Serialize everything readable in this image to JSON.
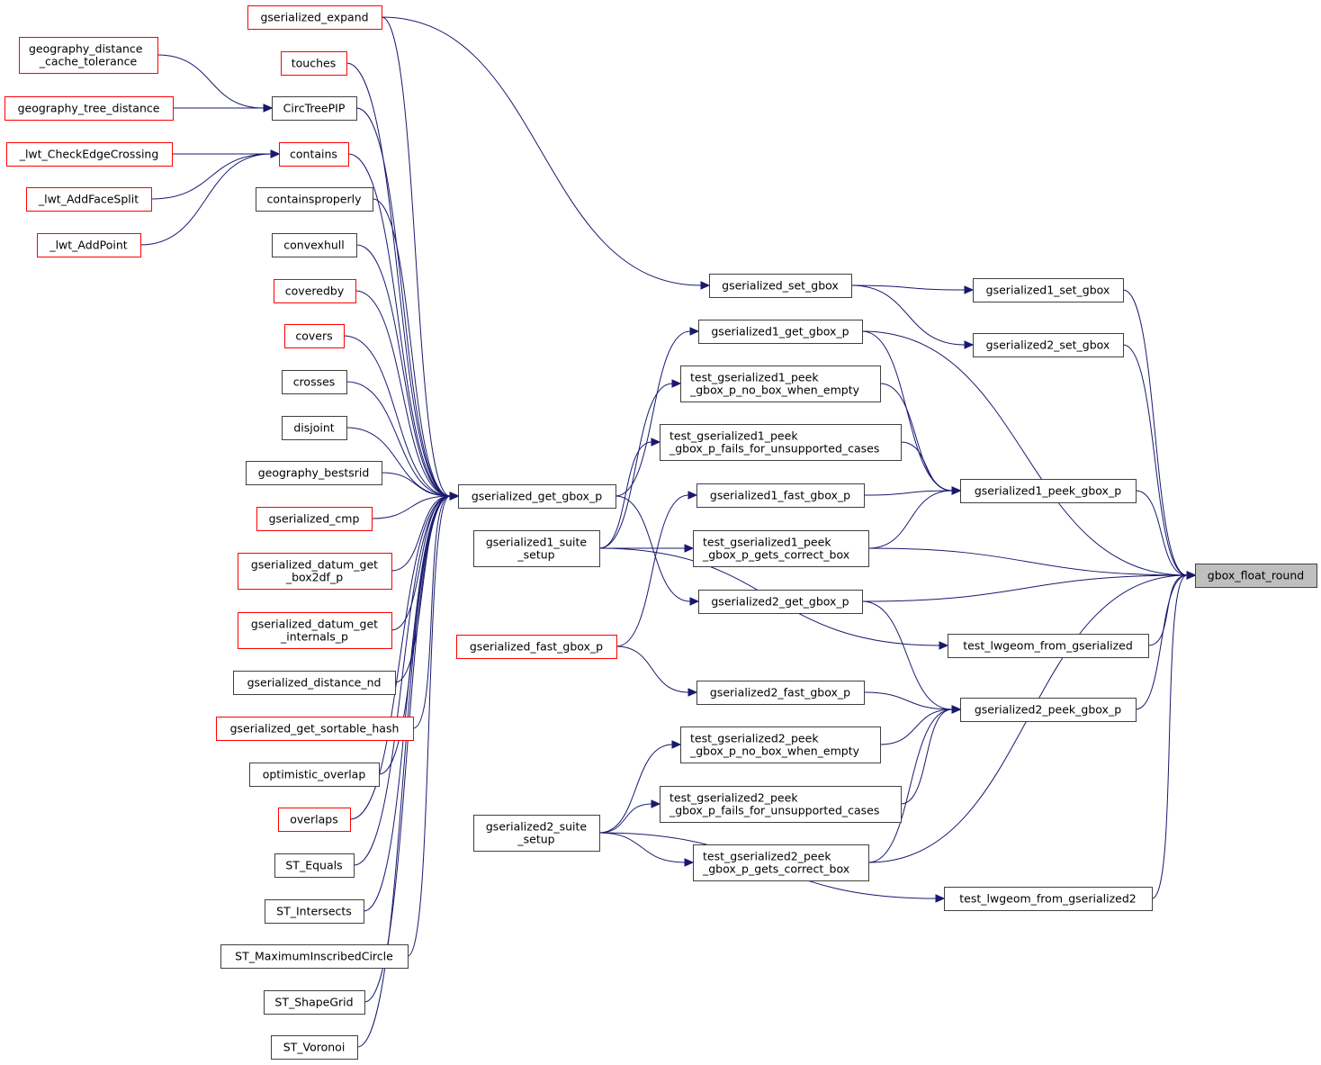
{
  "diagram": {
    "type": "call-graph",
    "focus_node": "gbox_float_round",
    "colors": {
      "edge": "#191970",
      "node_border": "#404040",
      "node_border_truncated": "#ff0000",
      "focus_fill": "#bfbfbf"
    },
    "nodes": [
      {
        "id": "gbox_float_round",
        "lines": [
          "gbox_float_round"
        ],
        "style": "focus"
      },
      {
        "id": "gserialized1_set_gbox",
        "lines": [
          "gserialized1_set_gbox"
        ],
        "style": "normal"
      },
      {
        "id": "gserialized2_set_gbox",
        "lines": [
          "gserialized2_set_gbox"
        ],
        "style": "normal"
      },
      {
        "id": "gserialized1_peek_gbox_p",
        "lines": [
          "gserialized1_peek_gbox_p"
        ],
        "style": "normal"
      },
      {
        "id": "test_lwgeom_from_gserialized",
        "lines": [
          "test_lwgeom_from_gserialized"
        ],
        "style": "normal"
      },
      {
        "id": "gserialized2_peek_gbox_p",
        "lines": [
          "gserialized2_peek_gbox_p"
        ],
        "style": "normal"
      },
      {
        "id": "test_lwgeom_from_gserialized2",
        "lines": [
          "test_lwgeom_from_gserialized2"
        ],
        "style": "normal"
      },
      {
        "id": "gserialized_set_gbox",
        "lines": [
          "gserialized_set_gbox"
        ],
        "style": "normal"
      },
      {
        "id": "gserialized1_get_gbox_p",
        "lines": [
          "gserialized1_get_gbox_p"
        ],
        "style": "normal"
      },
      {
        "id": "test_gserialized1_peek_gbox_p_no_box_when_empty",
        "lines": [
          "test_gserialized1_peek",
          "_gbox_p_no_box_when_empty"
        ],
        "style": "normal"
      },
      {
        "id": "test_gserialized1_peek_gbox_p_fails_for_unsupported_cases",
        "lines": [
          "test_gserialized1_peek",
          "_gbox_p_fails_for_unsupported_cases"
        ],
        "style": "normal"
      },
      {
        "id": "gserialized1_fast_gbox_p",
        "lines": [
          "gserialized1_fast_gbox_p"
        ],
        "style": "normal"
      },
      {
        "id": "test_gserialized1_peek_gbox_p_gets_correct_box",
        "lines": [
          "test_gserialized1_peek",
          "_gbox_p_gets_correct_box"
        ],
        "style": "normal"
      },
      {
        "id": "gserialized2_get_gbox_p",
        "lines": [
          "gserialized2_get_gbox_p"
        ],
        "style": "normal"
      },
      {
        "id": "gserialized2_fast_gbox_p",
        "lines": [
          "gserialized2_fast_gbox_p"
        ],
        "style": "normal"
      },
      {
        "id": "test_gserialized2_peek_gbox_p_no_box_when_empty",
        "lines": [
          "test_gserialized2_peek",
          "_gbox_p_no_box_when_empty"
        ],
        "style": "normal"
      },
      {
        "id": "test_gserialized2_peek_gbox_p_fails_for_unsupported_cases",
        "lines": [
          "test_gserialized2_peek",
          "_gbox_p_fails_for_unsupported_cases"
        ],
        "style": "normal"
      },
      {
        "id": "test_gserialized2_peek_gbox_p_gets_correct_box",
        "lines": [
          "test_gserialized2_peek",
          "_gbox_p_gets_correct_box"
        ],
        "style": "normal"
      },
      {
        "id": "gserialized_get_gbox_p",
        "lines": [
          "gserialized_get_gbox_p"
        ],
        "style": "normal"
      },
      {
        "id": "gserialized1_suite_setup",
        "lines": [
          "gserialized1_suite",
          "_setup"
        ],
        "style": "normal"
      },
      {
        "id": "gserialized_fast_gbox_p",
        "lines": [
          "gserialized_fast_gbox_p"
        ],
        "style": "truncated"
      },
      {
        "id": "gserialized2_suite_setup",
        "lines": [
          "gserialized2_suite",
          "_setup"
        ],
        "style": "normal"
      },
      {
        "id": "gserialized_expand",
        "lines": [
          "gserialized_expand"
        ],
        "style": "truncated"
      },
      {
        "id": "touches",
        "lines": [
          "touches"
        ],
        "style": "truncated"
      },
      {
        "id": "CircTreePIP",
        "lines": [
          "CircTreePIP"
        ],
        "style": "normal"
      },
      {
        "id": "contains",
        "lines": [
          "contains"
        ],
        "style": "truncated"
      },
      {
        "id": "containsproperly",
        "lines": [
          "containsproperly"
        ],
        "style": "normal"
      },
      {
        "id": "convexhull",
        "lines": [
          "convexhull"
        ],
        "style": "normal"
      },
      {
        "id": "coveredby",
        "lines": [
          "coveredby"
        ],
        "style": "truncated"
      },
      {
        "id": "covers",
        "lines": [
          "covers"
        ],
        "style": "truncated"
      },
      {
        "id": "crosses",
        "lines": [
          "crosses"
        ],
        "style": "normal"
      },
      {
        "id": "disjoint",
        "lines": [
          "disjoint"
        ],
        "style": "normal"
      },
      {
        "id": "geography_bestsrid",
        "lines": [
          "geography_bestsrid"
        ],
        "style": "normal"
      },
      {
        "id": "gserialized_cmp",
        "lines": [
          "gserialized_cmp"
        ],
        "style": "truncated"
      },
      {
        "id": "gserialized_datum_get_box2df_p",
        "lines": [
          "gserialized_datum_get",
          "_box2df_p"
        ],
        "style": "truncated"
      },
      {
        "id": "gserialized_datum_get_internals_p",
        "lines": [
          "gserialized_datum_get",
          "_internals_p"
        ],
        "style": "truncated"
      },
      {
        "id": "gserialized_distance_nd",
        "lines": [
          "gserialized_distance_nd"
        ],
        "style": "normal"
      },
      {
        "id": "gserialized_get_sortable_hash",
        "lines": [
          "gserialized_get_sortable_hash"
        ],
        "style": "truncated"
      },
      {
        "id": "optimistic_overlap",
        "lines": [
          "optimistic_overlap"
        ],
        "style": "normal"
      },
      {
        "id": "overlaps",
        "lines": [
          "overlaps"
        ],
        "style": "truncated"
      },
      {
        "id": "ST_Equals",
        "lines": [
          "ST_Equals"
        ],
        "style": "normal"
      },
      {
        "id": "ST_Intersects",
        "lines": [
          "ST_Intersects"
        ],
        "style": "normal"
      },
      {
        "id": "ST_MaximumInscribedCircle",
        "lines": [
          "ST_MaximumInscribedCircle"
        ],
        "style": "normal"
      },
      {
        "id": "ST_ShapeGrid",
        "lines": [
          "ST_ShapeGrid"
        ],
        "style": "normal"
      },
      {
        "id": "ST_Voronoi",
        "lines": [
          "ST_Voronoi"
        ],
        "style": "normal"
      },
      {
        "id": "geography_distance_cache_tolerance",
        "lines": [
          "geography_distance",
          "_cache_tolerance"
        ],
        "style": "truncated"
      },
      {
        "id": "geography_tree_distance",
        "lines": [
          "geography_tree_distance"
        ],
        "style": "truncated"
      },
      {
        "id": "_lwt_CheckEdgeCrossing",
        "lines": [
          "_lwt_CheckEdgeCrossing"
        ],
        "style": "truncated"
      },
      {
        "id": "_lwt_AddFaceSplit",
        "lines": [
          "_lwt_AddFaceSplit"
        ],
        "style": "truncated"
      },
      {
        "id": "_lwt_AddPoint",
        "lines": [
          "_lwt_AddPoint"
        ],
        "style": "truncated"
      }
    ],
    "edges": [
      {
        "from": "gserialized1_set_gbox",
        "to": "gbox_float_round"
      },
      {
        "from": "gserialized2_set_gbox",
        "to": "gbox_float_round"
      },
      {
        "from": "gserialized1_get_gbox_p",
        "to": "gbox_float_round"
      },
      {
        "from": "gserialized1_peek_gbox_p",
        "to": "gbox_float_round"
      },
      {
        "from": "test_gserialized1_peek_gbox_p_gets_correct_box",
        "to": "gbox_float_round"
      },
      {
        "from": "gserialized2_get_gbox_p",
        "to": "gbox_float_round"
      },
      {
        "from": "test_lwgeom_from_gserialized",
        "to": "gbox_float_round"
      },
      {
        "from": "gserialized2_peek_gbox_p",
        "to": "gbox_float_round"
      },
      {
        "from": "test_gserialized2_peek_gbox_p_gets_correct_box",
        "to": "gbox_float_round"
      },
      {
        "from": "test_lwgeom_from_gserialized2",
        "to": "gbox_float_round"
      },
      {
        "from": "gserialized_set_gbox",
        "to": "gserialized1_set_gbox"
      },
      {
        "from": "gserialized_set_gbox",
        "to": "gserialized2_set_gbox"
      },
      {
        "from": "gserialized1_get_gbox_p",
        "to": "gserialized1_peek_gbox_p"
      },
      {
        "from": "test_gserialized1_peek_gbox_p_no_box_when_empty",
        "to": "gserialized1_peek_gbox_p"
      },
      {
        "from": "test_gserialized1_peek_gbox_p_fails_for_unsupported_cases",
        "to": "gserialized1_peek_gbox_p"
      },
      {
        "from": "gserialized1_fast_gbox_p",
        "to": "gserialized1_peek_gbox_p"
      },
      {
        "from": "test_gserialized1_peek_gbox_p_gets_correct_box",
        "to": "gserialized1_peek_gbox_p"
      },
      {
        "from": "gserialized2_get_gbox_p",
        "to": "gserialized2_peek_gbox_p"
      },
      {
        "from": "gserialized2_fast_gbox_p",
        "to": "gserialized2_peek_gbox_p"
      },
      {
        "from": "test_gserialized2_peek_gbox_p_no_box_when_empty",
        "to": "gserialized2_peek_gbox_p"
      },
      {
        "from": "test_gserialized2_peek_gbox_p_fails_for_unsupported_cases",
        "to": "gserialized2_peek_gbox_p"
      },
      {
        "from": "test_gserialized2_peek_gbox_p_gets_correct_box",
        "to": "gserialized2_peek_gbox_p"
      },
      {
        "from": "gserialized1_suite_setup",
        "to": "test_lwgeom_from_gserialized"
      },
      {
        "from": "gserialized2_suite_setup",
        "to": "test_lwgeom_from_gserialized2"
      },
      {
        "from": "gserialized_expand",
        "to": "gserialized_set_gbox"
      },
      {
        "from": "gserialized_get_gbox_p",
        "to": "gserialized1_get_gbox_p"
      },
      {
        "from": "gserialized_get_gbox_p",
        "to": "gserialized2_get_gbox_p"
      },
      {
        "from": "gserialized1_suite_setup",
        "to": "test_gserialized1_peek_gbox_p_no_box_when_empty"
      },
      {
        "from": "gserialized1_suite_setup",
        "to": "test_gserialized1_peek_gbox_p_fails_for_unsupported_cases"
      },
      {
        "from": "gserialized1_suite_setup",
        "to": "test_gserialized1_peek_gbox_p_gets_correct_box"
      },
      {
        "from": "gserialized_fast_gbox_p",
        "to": "gserialized1_fast_gbox_p"
      },
      {
        "from": "gserialized_fast_gbox_p",
        "to": "gserialized2_fast_gbox_p"
      },
      {
        "from": "gserialized2_suite_setup",
        "to": "test_gserialized2_peek_gbox_p_no_box_when_empty"
      },
      {
        "from": "gserialized2_suite_setup",
        "to": "test_gserialized2_peek_gbox_p_fails_for_unsupported_cases"
      },
      {
        "from": "gserialized2_suite_setup",
        "to": "test_gserialized2_peek_gbox_p_gets_correct_box"
      },
      {
        "from": "gserialized_expand",
        "to": "gserialized_get_gbox_p"
      },
      {
        "from": "touches",
        "to": "gserialized_get_gbox_p"
      },
      {
        "from": "CircTreePIP",
        "to": "gserialized_get_gbox_p"
      },
      {
        "from": "contains",
        "to": "gserialized_get_gbox_p"
      },
      {
        "from": "containsproperly",
        "to": "gserialized_get_gbox_p"
      },
      {
        "from": "convexhull",
        "to": "gserialized_get_gbox_p"
      },
      {
        "from": "coveredby",
        "to": "gserialized_get_gbox_p"
      },
      {
        "from": "covers",
        "to": "gserialized_get_gbox_p"
      },
      {
        "from": "crosses",
        "to": "gserialized_get_gbox_p"
      },
      {
        "from": "disjoint",
        "to": "gserialized_get_gbox_p"
      },
      {
        "from": "geography_bestsrid",
        "to": "gserialized_get_gbox_p"
      },
      {
        "from": "gserialized_cmp",
        "to": "gserialized_get_gbox_p"
      },
      {
        "from": "gserialized_datum_get_box2df_p",
        "to": "gserialized_get_gbox_p"
      },
      {
        "from": "gserialized_datum_get_internals_p",
        "to": "gserialized_get_gbox_p"
      },
      {
        "from": "gserialized_distance_nd",
        "to": "gserialized_get_gbox_p"
      },
      {
        "from": "gserialized_get_sortable_hash",
        "to": "gserialized_get_gbox_p"
      },
      {
        "from": "optimistic_overlap",
        "to": "gserialized_get_gbox_p"
      },
      {
        "from": "overlaps",
        "to": "gserialized_get_gbox_p"
      },
      {
        "from": "ST_Equals",
        "to": "gserialized_get_gbox_p"
      },
      {
        "from": "ST_Intersects",
        "to": "gserialized_get_gbox_p"
      },
      {
        "from": "ST_MaximumInscribedCircle",
        "to": "gserialized_get_gbox_p"
      },
      {
        "from": "ST_ShapeGrid",
        "to": "gserialized_get_gbox_p"
      },
      {
        "from": "ST_Voronoi",
        "to": "gserialized_get_gbox_p"
      },
      {
        "from": "geography_distance_cache_tolerance",
        "to": "CircTreePIP"
      },
      {
        "from": "geography_tree_distance",
        "to": "CircTreePIP"
      },
      {
        "from": "_lwt_CheckEdgeCrossing",
        "to": "contains"
      },
      {
        "from": "_lwt_AddFaceSplit",
        "to": "contains"
      },
      {
        "from": "_lwt_AddPoint",
        "to": "contains"
      }
    ]
  }
}
